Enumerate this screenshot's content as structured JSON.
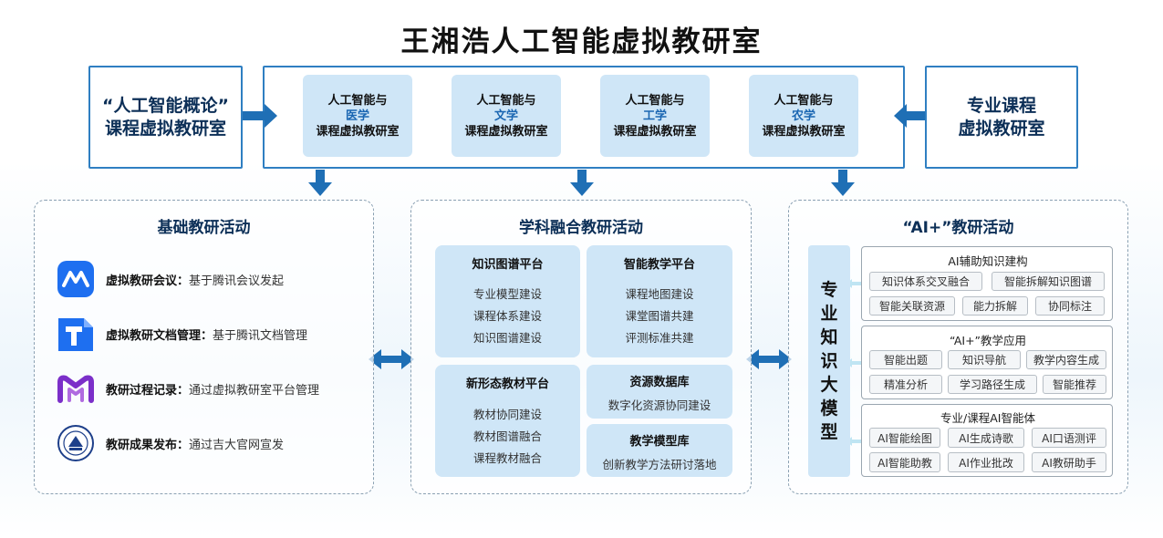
{
  "title": "王湘浩人工智能虚拟教研室",
  "top": {
    "left_box": [
      "“人工智能概论”",
      "课程虚拟教研室"
    ],
    "right_box": [
      "专业课程",
      "虚拟教研室"
    ],
    "labs": [
      {
        "line1": "人工智能与",
        "field": "医学",
        "line3": "课程虚拟教研室"
      },
      {
        "line1": "人工智能与",
        "field": "文学",
        "line3": "课程虚拟教研室"
      },
      {
        "line1": "人工智能与",
        "field": "工学",
        "line3": "课程虚拟教研室"
      },
      {
        "line1": "人工智能与",
        "field": "农学",
        "line3": "课程虚拟教研室"
      }
    ]
  },
  "basic": {
    "title": "基础教研活动",
    "items": [
      {
        "label": "虚拟教研会议：",
        "desc": "基于腾讯会议发起",
        "icon": "tencent-meeting-icon"
      },
      {
        "label": "虚拟教研文档管理：",
        "desc": "基于腾讯文档管理",
        "icon": "tencent-docs-icon"
      },
      {
        "label": "教研过程记录：",
        "desc": "通过虚拟教研室平台管理",
        "icon": "platform-logo-icon"
      },
      {
        "label": "教研成果发布：",
        "desc": "通过吉大官网宣发",
        "icon": "university-seal-icon"
      }
    ]
  },
  "fusion": {
    "title": "学科融合教研活动",
    "platforms": [
      {
        "title": "知识图谱平台",
        "items": [
          "专业模型建设",
          "课程体系建设",
          "知识图谱建设"
        ]
      },
      {
        "title": "智能教学平台",
        "items": [
          "课程地图建设",
          "课堂图谱共建",
          "评测标准共建"
        ]
      },
      {
        "title": "新形态教材平台",
        "items": [
          "教材协同建设",
          "教材图谱融合",
          "课程教材融合"
        ]
      },
      {
        "title": "资源数据库",
        "items": [
          "数字化资源协同建设"
        ]
      },
      {
        "title": "教学模型库",
        "items": [
          "创新教学方法研讨落地"
        ]
      }
    ]
  },
  "ai": {
    "title": "“AI+”教研活动",
    "model_chars": [
      "专",
      "业",
      "知",
      "识",
      "大",
      "模",
      "型"
    ],
    "groups": [
      {
        "title": "AI辅助知识建构",
        "chips": [
          "知识体系交叉融合",
          "智能拆解知识图谱",
          "智能关联资源",
          "能力拆解",
          "协同标注"
        ]
      },
      {
        "title": "“AI+”教学应用",
        "chips": [
          "智能出题",
          "知识导航",
          "教学内容生成",
          "精准分析",
          "学习路径生成",
          "智能推荐"
        ]
      },
      {
        "title": "专业/课程AI智能体",
        "chips": [
          "AI智能绘图",
          "AI生成诗歌",
          "AI口语测评",
          "AI智能助教",
          "AI作业批改",
          "AI教研助手"
        ]
      }
    ]
  },
  "colors": {
    "arrow": "#1f6fb5",
    "accent_text": "#1a66b2",
    "light_fill": "#cfe6f7",
    "box_border": "#2f7fc2"
  }
}
